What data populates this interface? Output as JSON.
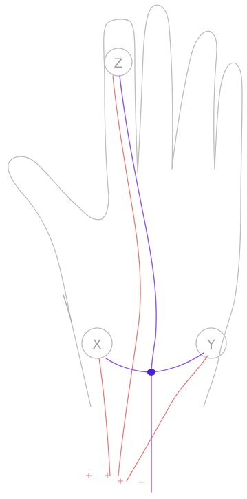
{
  "electrodes": {
    "z": {
      "label": "Z"
    },
    "x": {
      "label": "X"
    },
    "y": {
      "label": "Y"
    }
  },
  "terminals": {
    "red_1": "+",
    "red_2": "+",
    "red_3": "+",
    "purple": "−"
  },
  "colors": {
    "outline": "#bdbdbd",
    "red_wire": "#f07070",
    "purple_wire": "#8a55f0",
    "junction": "#4b1fd6"
  }
}
